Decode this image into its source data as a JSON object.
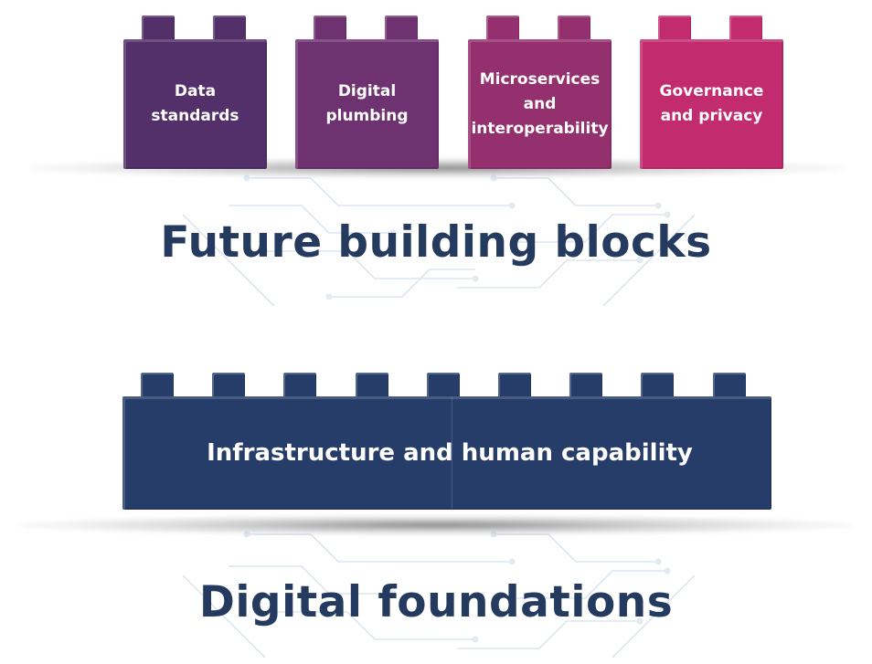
{
  "future": {
    "title": "Future building blocks",
    "blocks": [
      {
        "label": "Data standards",
        "color": "#53306a"
      },
      {
        "label": "Digital plumbing",
        "color": "#6f3271"
      },
      {
        "label": "Microservices and interoperability",
        "color": "#94306e"
      },
      {
        "label": "Governance and privacy",
        "color": "#c22b6e"
      }
    ]
  },
  "foundation": {
    "title": "Digital foundations",
    "block_label": "Infrastructure and human capability",
    "color": "#263d6a",
    "stud_count": 9
  },
  "colors": {
    "title_text": "#243a5e",
    "block_text": "#ffffff",
    "circuit": "#dde5ef"
  }
}
